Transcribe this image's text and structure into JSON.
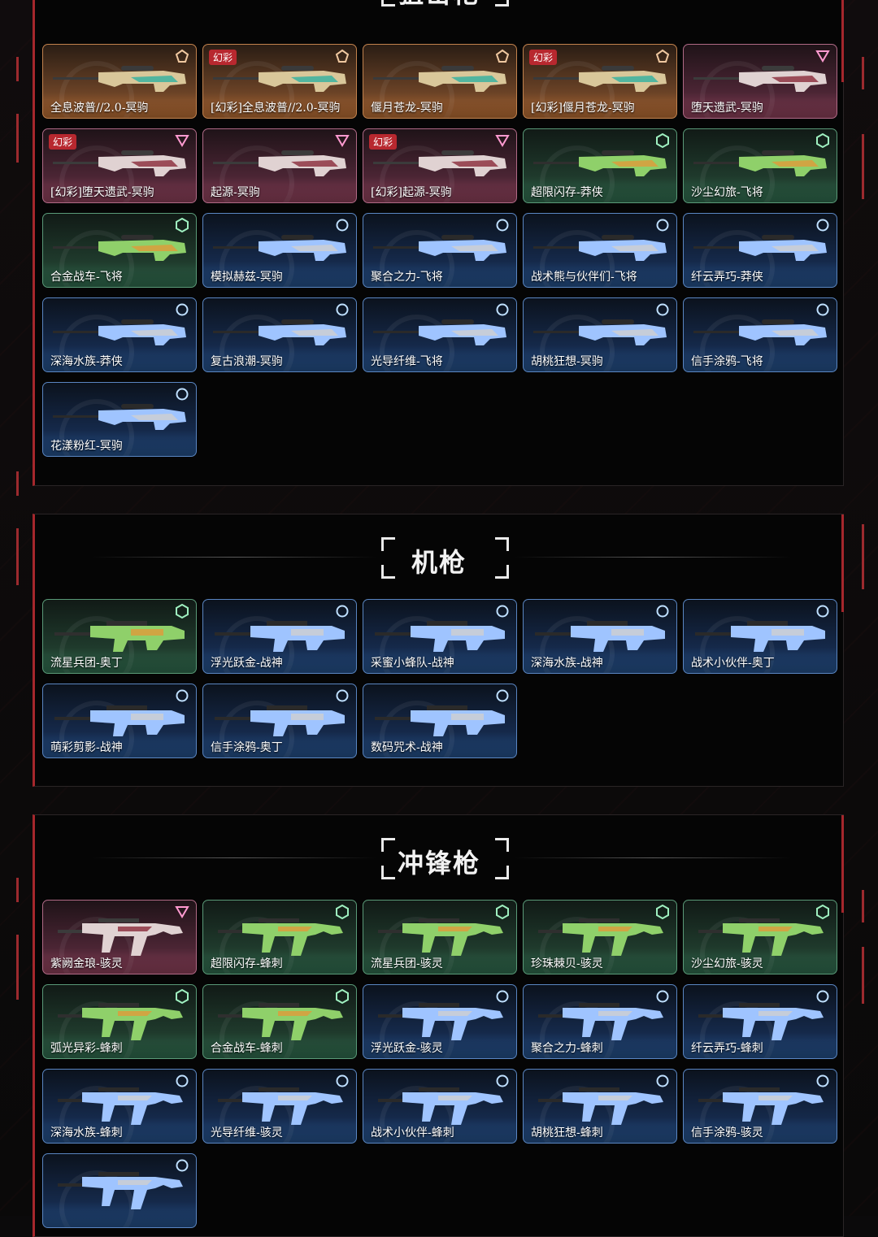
{
  "sections": {
    "sniper": {
      "title": "狙击枪"
    },
    "mg": {
      "title": "机枪"
    },
    "smg": {
      "title": "冲锋枪"
    }
  },
  "sniper_cards": [
    {
      "name": "全息波普//2.0-冥驹",
      "tag": "",
      "rarity": "orange"
    },
    {
      "name": "[幻彩]全息波普//2.0-冥驹",
      "tag": "幻彩",
      "rarity": "orange"
    },
    {
      "name": "偃月苍龙-冥驹",
      "tag": "",
      "rarity": "orange"
    },
    {
      "name": "[幻彩]偃月苍龙-冥驹",
      "tag": "幻彩",
      "rarity": "orange"
    },
    {
      "name": "堕天遗武-冥驹",
      "tag": "",
      "rarity": "pink"
    },
    {
      "name": "[幻彩]堕天遗武-冥驹",
      "tag": "幻彩",
      "rarity": "pink"
    },
    {
      "name": "起源-冥驹",
      "tag": "",
      "rarity": "pink"
    },
    {
      "name": "[幻彩]起源-冥驹",
      "tag": "幻彩",
      "rarity": "pink"
    },
    {
      "name": "超限闪存-莽侠",
      "tag": "",
      "rarity": "green"
    },
    {
      "name": "沙尘幻旅-飞将",
      "tag": "",
      "rarity": "green"
    },
    {
      "name": "合金战车-飞将",
      "tag": "",
      "rarity": "green"
    },
    {
      "name": "模拟赫兹-冥驹",
      "tag": "",
      "rarity": "blue"
    },
    {
      "name": "聚合之力-飞将",
      "tag": "",
      "rarity": "blue"
    },
    {
      "name": "战术熊与伙伴们-飞将",
      "tag": "",
      "rarity": "blue"
    },
    {
      "name": "纤云弄巧-莽侠",
      "tag": "",
      "rarity": "blue"
    },
    {
      "name": "深海水族-莽侠",
      "tag": "",
      "rarity": "blue"
    },
    {
      "name": "复古浪潮-冥驹",
      "tag": "",
      "rarity": "blue"
    },
    {
      "name": "光导纤维-飞将",
      "tag": "",
      "rarity": "blue"
    },
    {
      "name": "胡桃狂想-冥驹",
      "tag": "",
      "rarity": "blue"
    },
    {
      "name": "信手涂鸦-飞将",
      "tag": "",
      "rarity": "blue"
    },
    {
      "name": "花漾粉红-冥驹",
      "tag": "",
      "rarity": "blue"
    }
  ],
  "mg_cards": [
    {
      "name": "流星兵团-奥丁",
      "tag": "",
      "rarity": "green"
    },
    {
      "name": "浮光跃金-战神",
      "tag": "",
      "rarity": "blue"
    },
    {
      "name": "采蜜小蜂队-战神",
      "tag": "",
      "rarity": "blue"
    },
    {
      "name": "深海水族-战神",
      "tag": "",
      "rarity": "blue"
    },
    {
      "name": "战术小伙伴-奥丁",
      "tag": "",
      "rarity": "blue"
    },
    {
      "name": "萌彩剪影-战神",
      "tag": "",
      "rarity": "blue"
    },
    {
      "name": "信手涂鸦-奥丁",
      "tag": "",
      "rarity": "blue"
    },
    {
      "name": "数码咒术-战神",
      "tag": "",
      "rarity": "blue"
    }
  ],
  "smg_cards": [
    {
      "name": "紫阙金琅-骇灵",
      "tag": "",
      "rarity": "pink"
    },
    {
      "name": "超限闪存-蜂刺",
      "tag": "",
      "rarity": "green"
    },
    {
      "name": "流星兵团-骇灵",
      "tag": "",
      "rarity": "green"
    },
    {
      "name": "珍珠棘贝-骇灵",
      "tag": "",
      "rarity": "green"
    },
    {
      "name": "沙尘幻旅-骇灵",
      "tag": "",
      "rarity": "green"
    },
    {
      "name": "弧光异彩-蜂刺",
      "tag": "",
      "rarity": "green"
    },
    {
      "name": "合金战车-蜂刺",
      "tag": "",
      "rarity": "green"
    },
    {
      "name": "浮光跃金-骇灵",
      "tag": "",
      "rarity": "blue"
    },
    {
      "name": "聚合之力-蜂刺",
      "tag": "",
      "rarity": "blue"
    },
    {
      "name": "纤云弄巧-蜂刺",
      "tag": "",
      "rarity": "blue"
    },
    {
      "name": "深海水族-蜂刺",
      "tag": "",
      "rarity": "blue"
    },
    {
      "name": "光导纤维-骇灵",
      "tag": "",
      "rarity": "blue"
    },
    {
      "name": "战术小伙伴-蜂刺",
      "tag": "",
      "rarity": "blue"
    },
    {
      "name": "胡桃狂想-蜂刺",
      "tag": "",
      "rarity": "blue"
    },
    {
      "name": "信手涂鸦-骇灵",
      "tag": "",
      "rarity": "blue"
    },
    {
      "name": "",
      "tag": "",
      "rarity": "blue"
    }
  ],
  "colors": {
    "accent": "#a5272c",
    "orange": "#c2824d",
    "pink": "#b06a86",
    "green": "#5a9a78",
    "blue": "#5a86c2"
  }
}
